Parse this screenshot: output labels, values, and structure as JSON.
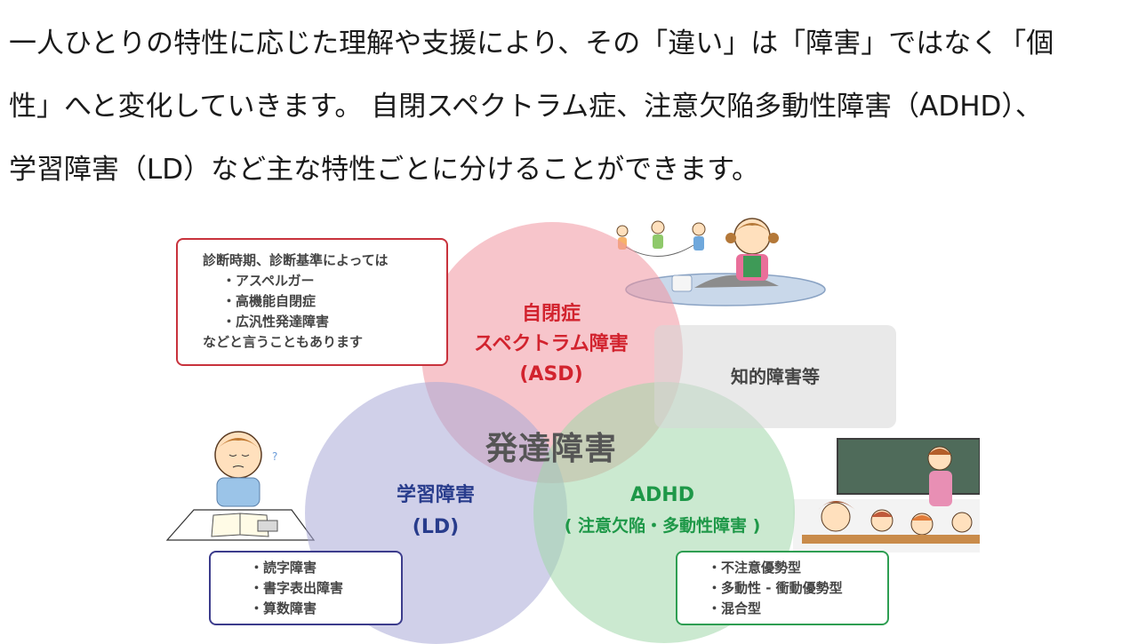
{
  "intro": {
    "line1": "一人ひとりの特性に応じた理解や支援により、その「違い」は「障害」ではなく「個",
    "line2": "性」へと変化していきます。 自閉スペクトラム症、注意欠陥多動性障害（ADHD）、",
    "line3": "学習障害（LD）など主な特性ごとに分けることができます。"
  },
  "diagram": {
    "center": "発達障害",
    "asd": {
      "line1": "自閉症",
      "line2": "スペクトラム障害",
      "line3": "(ASD)",
      "color": "#d2232e",
      "box": {
        "line1": "診断時期、診断基準によっては",
        "items": [
          "・アスペルガー",
          "・高機能自閉症",
          "・広汎性発達障害"
        ],
        "line_last": "などと言うこともあります"
      }
    },
    "ld": {
      "line1": "学習障害",
      "line2": "(LD)",
      "color": "#283c8c",
      "items": [
        "・読字障害",
        "・書字表出障害",
        "・算数障害"
      ]
    },
    "adhd": {
      "line1": "ADHD",
      "line2": "( 注意欠陥・多動性障害 )",
      "color": "#1e9848",
      "items": [
        "・不注意優勢型",
        "・多動性 - 衝動優勢型",
        "・混合型"
      ]
    },
    "intellectual": "知的障害等"
  }
}
